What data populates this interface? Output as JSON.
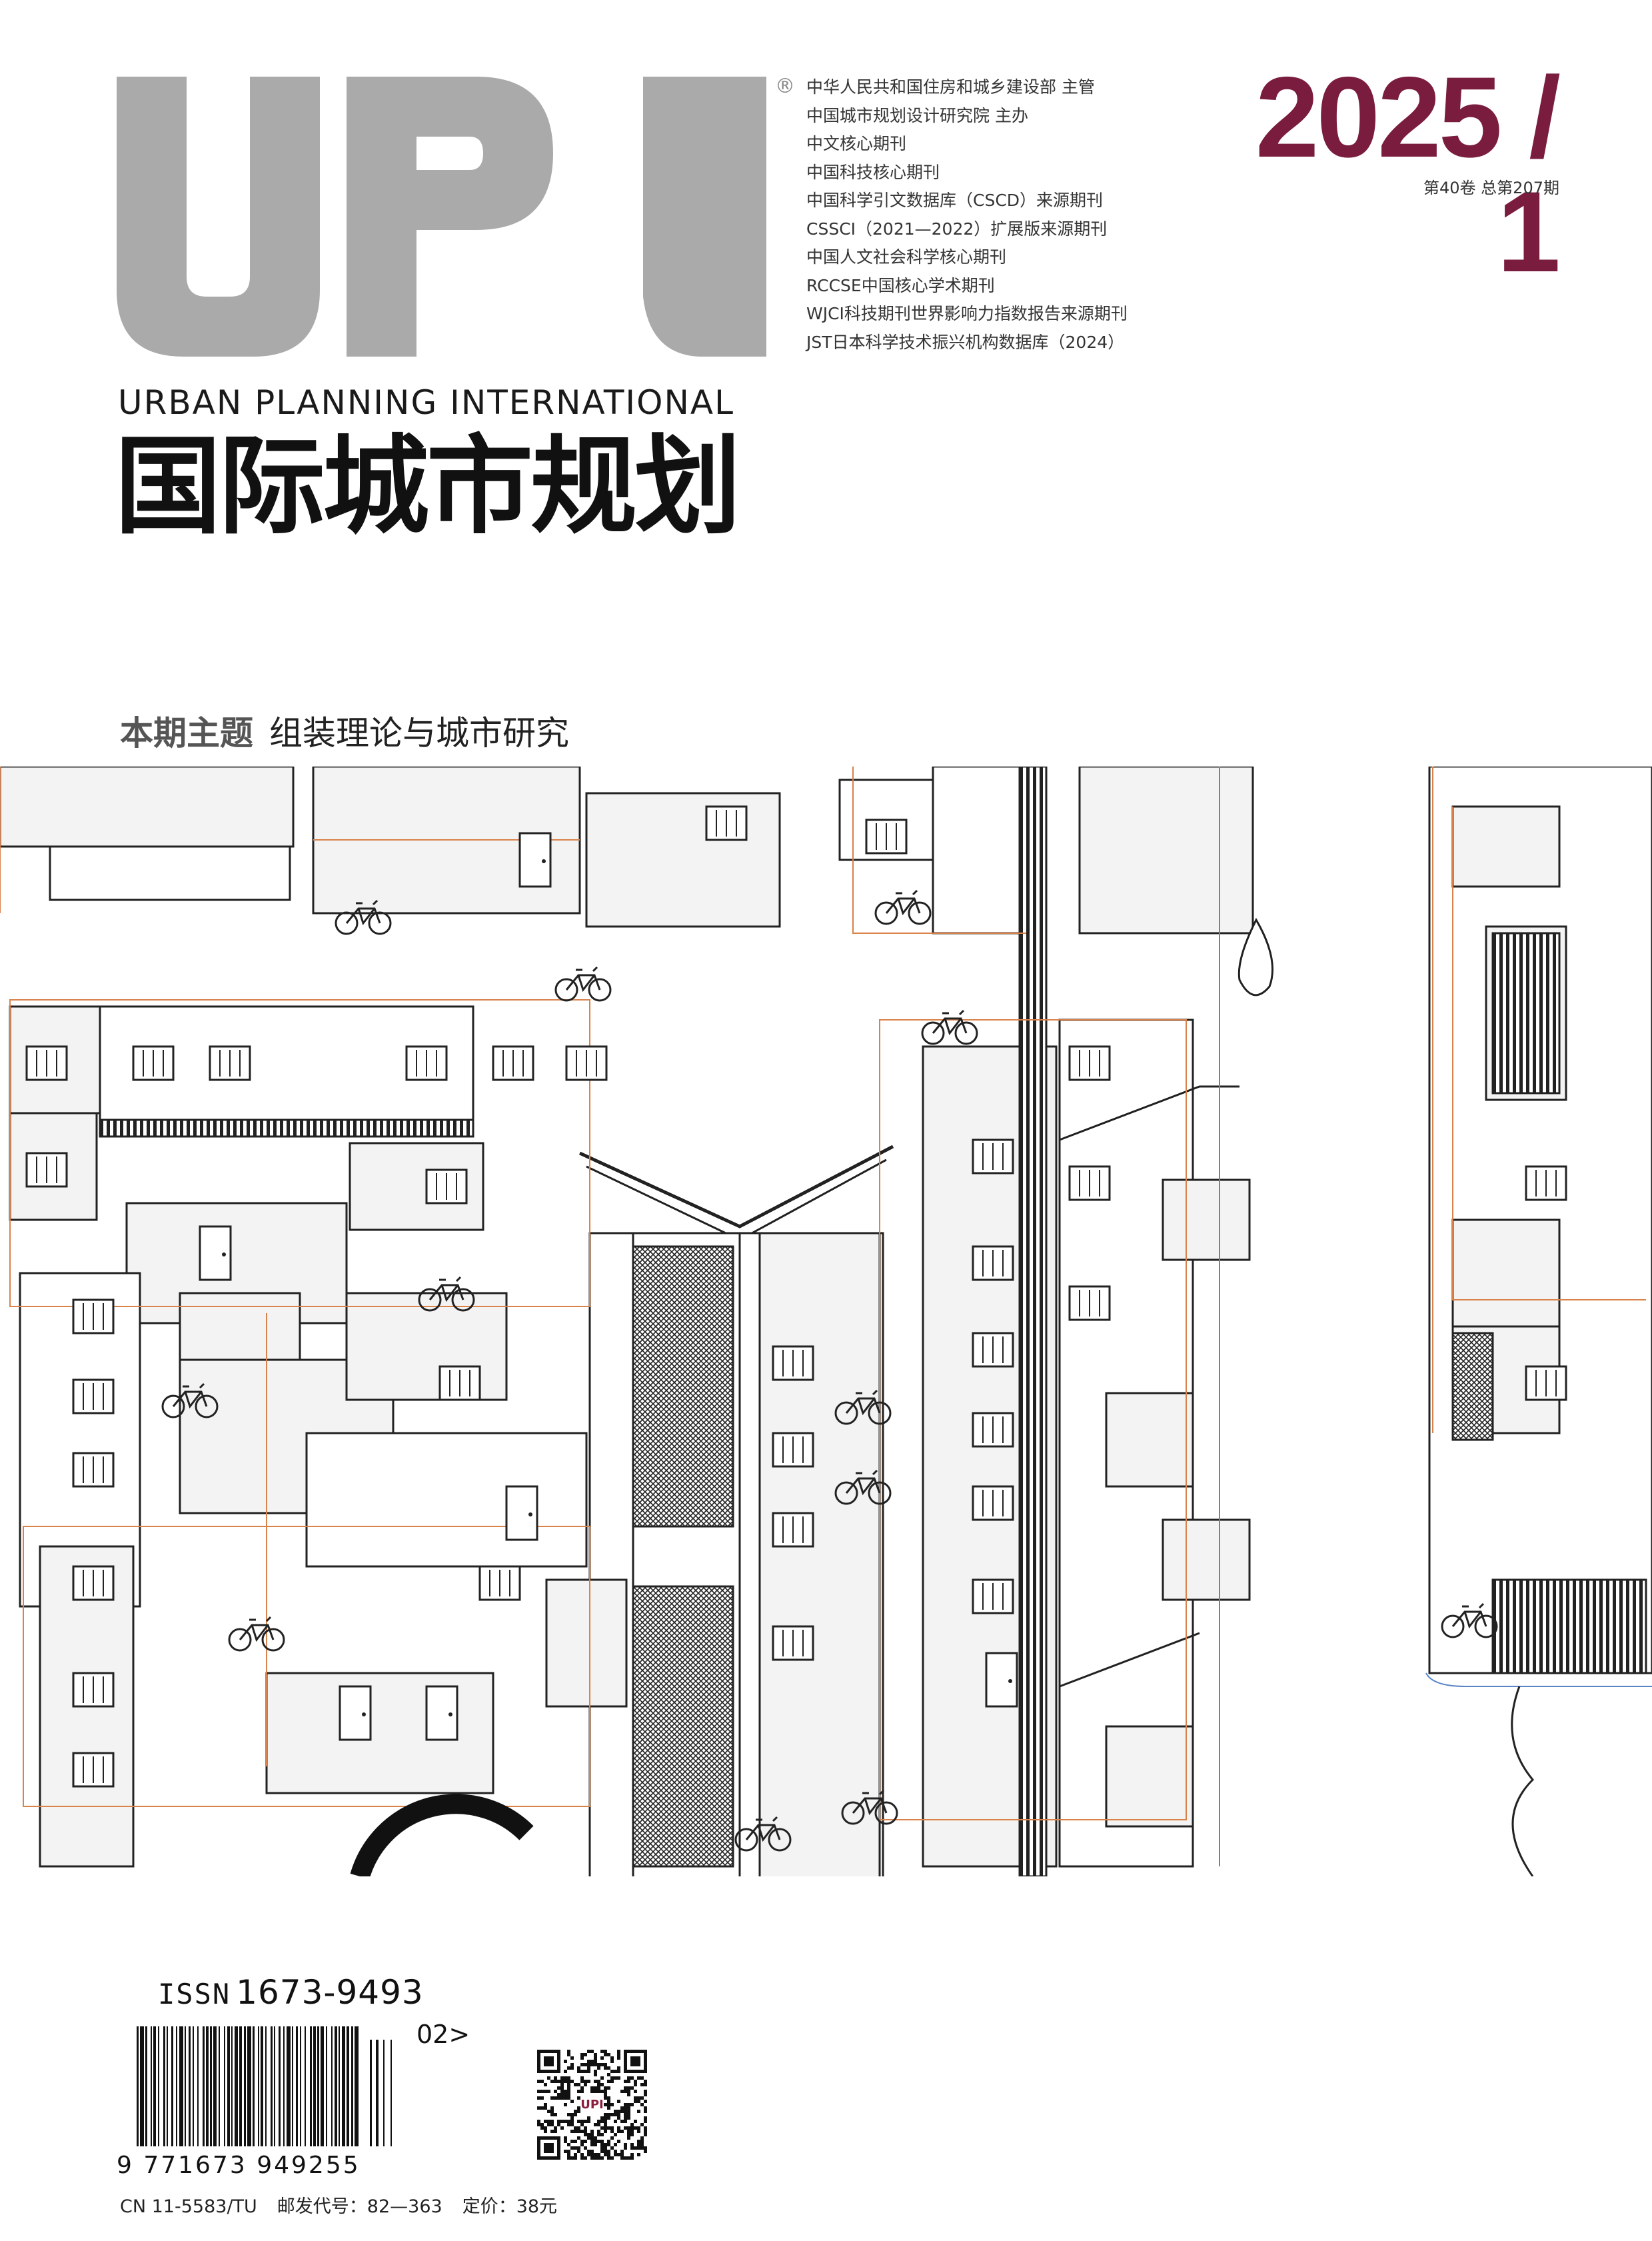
{
  "logo": {
    "text": "UPI",
    "color": "#a9aaa9"
  },
  "registered_mark": "®",
  "sponsors": [
    "中华人民共和国住房和城乡建设部 主管",
    "中国城市规划设计研究院 主办",
    "中文核心期刊",
    "中国科技核心期刊",
    "中国科学引文数据库（CSCD）来源期刊",
    "CSSCI（2021—2022）扩展版来源期刊",
    "中国人文社会科学核心期刊",
    "RCCSE中国核心学术期刊",
    "WJCI科技期刊世界影响力指数报告来源期刊",
    "JST日本科学技术振兴机构数据库（2024）"
  ],
  "issue": {
    "number": "2025 / 1",
    "volume": "第40卷 总第207期",
    "color": "#7a1c3e"
  },
  "journal": {
    "name_en": "URBAN PLANNING INTERNATIONAL",
    "name_cn": "国际城市规划"
  },
  "theme": {
    "label": "本期主题",
    "title": "组装理论与城市研究"
  },
  "illustration": {
    "description_icon": "street-axonometric-drawing",
    "accent": "#d9824a",
    "line": "#1a1a1a"
  },
  "issn": {
    "label": "ISSN",
    "number": "1673-9493"
  },
  "barcode": {
    "digits": "9 771673 949255",
    "addon": "02>"
  },
  "qr": {
    "caption": "UPI"
  },
  "footer": {
    "cn": "CN 11-5583/TU",
    "postal": "邮发代号：82—363",
    "price": "定价：38元"
  }
}
